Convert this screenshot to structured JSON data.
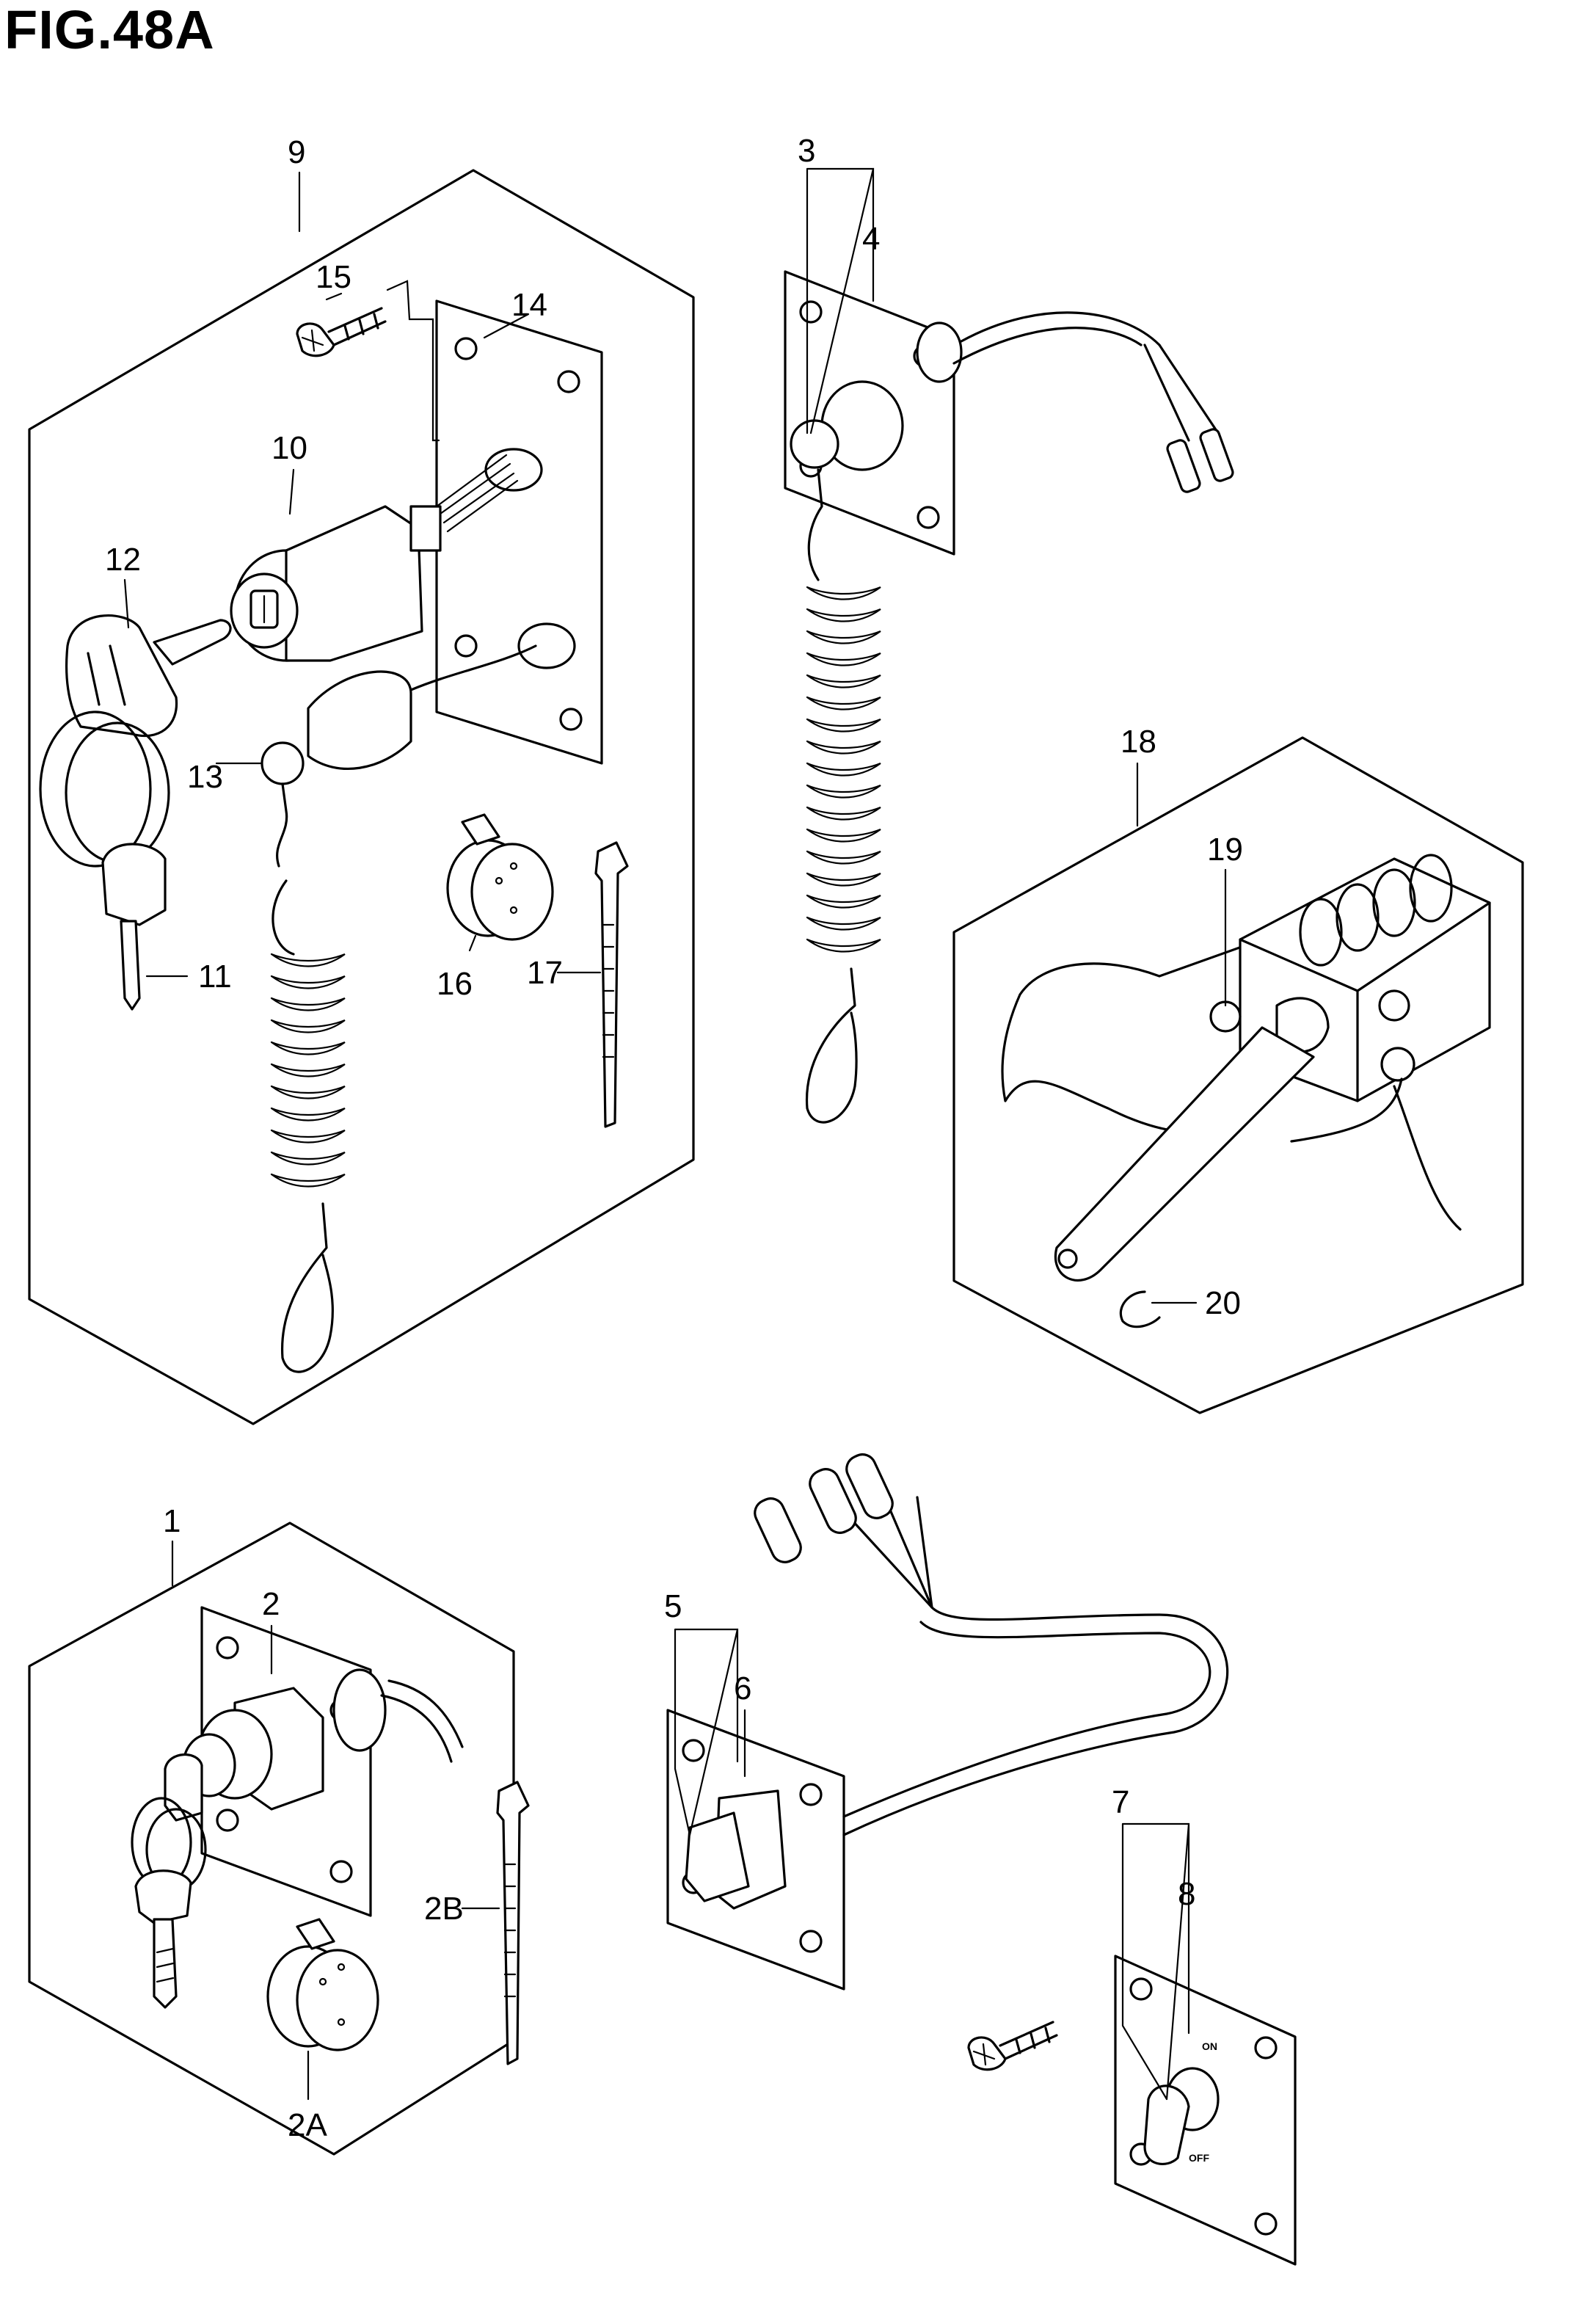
{
  "figure": {
    "title": "FIG.48A"
  },
  "callouts": {
    "c1": "1",
    "c2": "2",
    "c2A": "2A",
    "c2B": "2B",
    "c3": "3",
    "c4": "4",
    "c5": "5",
    "c6": "6",
    "c7": "7",
    "c8": "8",
    "c9": "9",
    "c10": "10",
    "c11": "11",
    "c12": "12",
    "c13": "13",
    "c14": "14",
    "c15": "15",
    "c16": "16",
    "c17": "17",
    "c18": "18",
    "c19": "19",
    "c20": "20"
  },
  "switch_marks": {
    "on": "ON",
    "off": "OFF"
  }
}
